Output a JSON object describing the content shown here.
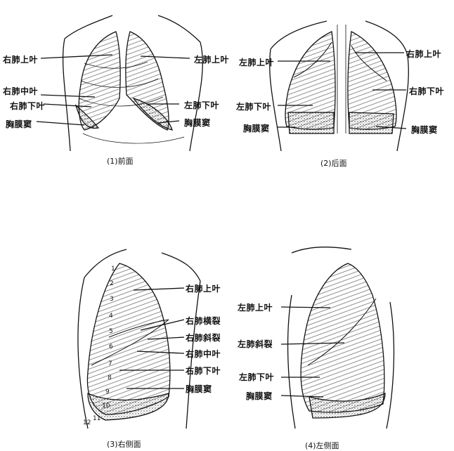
{
  "panels": [
    {
      "caption": "(1)前面",
      "labels": [
        "右肺上叶",
        "右肺中叶",
        "右肺下叶",
        "胸膜窦",
        "左肺上叶",
        "左肺下叶",
        "胸膜窦"
      ]
    },
    {
      "caption": "(2)后面",
      "labels": [
        "左肺上叶",
        "左肺下叶",
        "胸膜窦",
        "右肺上叶",
        "右肺下叶",
        "胸膜窦"
      ]
    },
    {
      "caption": "(3)右侧面",
      "labels": [
        "右肺上叶",
        "右肺横裂",
        "右肺斜裂",
        "右肺中叶",
        "右肺下叶",
        "胸膜窦"
      ],
      "rib_numbers": [
        "1",
        "2",
        "3",
        "4",
        "5",
        "6",
        "7",
        "8",
        "9",
        "10",
        "11",
        "12"
      ]
    },
    {
      "caption": "(4)左侧面",
      "labels": [
        "左肺上叶",
        "左肺斜裂",
        "左肺下叶",
        "胸膜窦"
      ]
    }
  ]
}
